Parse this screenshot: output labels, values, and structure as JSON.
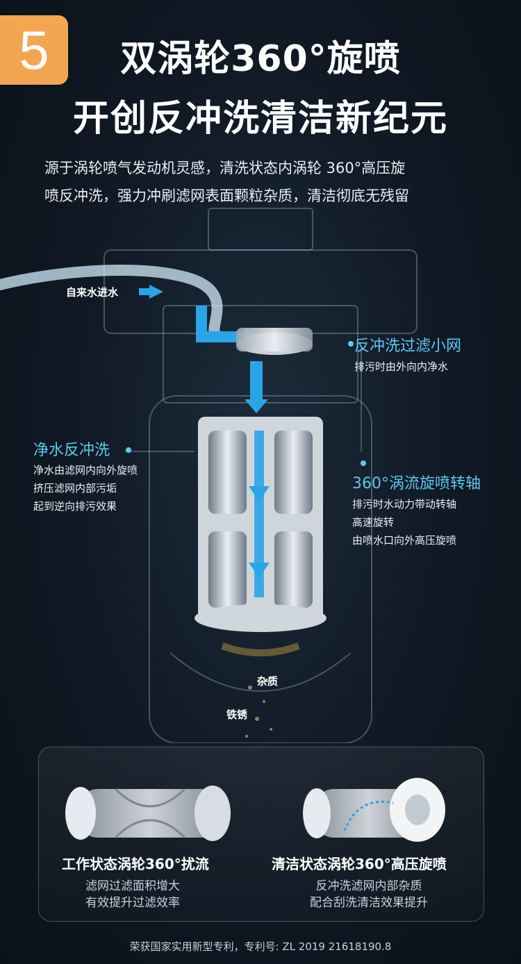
{
  "badge": {
    "number": "5"
  },
  "title": {
    "line1": "双涡轮360°旋喷",
    "line2": "开创反冲洗清洁新纪元"
  },
  "description": {
    "line1": "源于涡轮喷气发动机灵感，清洗状态内涡轮 360°高压旋",
    "line2": "喷反冲洗，强力冲刷滤网表面颗粒杂质，清洁彻底无残留"
  },
  "diagram": {
    "inlet_label": "自来水进水",
    "callouts": {
      "small_mesh": {
        "title": "反冲洗过滤小网",
        "lines": [
          "排污时由外向内净水"
        ]
      },
      "clean_backwash": {
        "title": "净水反冲洗",
        "lines": [
          "净水由滤网内向外旋喷",
          "挤压滤网内部污垢",
          "起到逆向排污效果"
        ]
      },
      "spin_axis": {
        "title": "360°涡流旋喷转轴",
        "lines": [
          "排污时水动力带动转轴",
          "高速旋转",
          "由喷水口向外高压旋喷"
        ]
      }
    },
    "debris_labels": {
      "impurity": "杂质",
      "rust": "铁锈"
    }
  },
  "panel": {
    "left": {
      "title": "工作状态涡轮360°扰流",
      "lines": [
        "滤网过滤面积增大",
        "有效提升过滤效率"
      ]
    },
    "right": {
      "title": "清洁状态涡轮360°高压旋喷",
      "lines": [
        "反冲洗滤网内部杂质",
        "配合刮洗清洁效果提升"
      ]
    }
  },
  "footer": {
    "patent": "荣获国家实用新型专利，专利号: ZL 2019 21618190.8"
  },
  "colors": {
    "accent_orange": "#f2a64f",
    "accent_blue": "#5ec8ee",
    "background": "#0f1823"
  }
}
